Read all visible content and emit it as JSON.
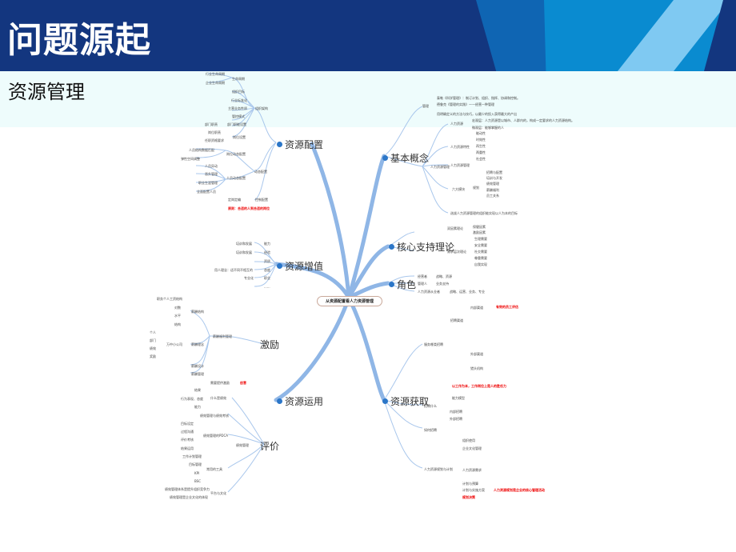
{
  "header": {
    "title": "问题源起",
    "subtitle": "资源管理",
    "colors": {
      "dark": "#13367f",
      "mid": "#0f65b3",
      "bright": "#0a8bd0",
      "light": "#7fc9f2"
    }
  },
  "mindmap": {
    "center": "从资源配置看人力资源管理",
    "branches": {
      "resource_allocation": {
        "label": "资源配置",
        "children": [
          "组织架构",
          "动态配置",
          "控制配置",
          "原则：合适的人到合适的岗位"
        ],
        "details": [
          "生命周期",
          "行业生命周期",
          "企业生命周期",
          "组织目标",
          "行业标准化",
          "主营业务性质",
          "管控模式",
          "部门职能设置",
          "部门职责",
          "岗位设置",
          "岗位职责",
          "任职资格要求",
          "岗位动态配置",
          "人员动态配置",
          "人员异动",
          "晋升管理",
          "职业生涯管理",
          "全面配置人员",
          "人员结构数据匹配",
          "弹性空间调整",
          "定岗定编"
        ]
      },
      "resource_appreciation": {
        "label": "资源增值",
        "children": [
          "能力",
          "经验",
          "资质",
          "态度",
          "职业",
          "......"
        ],
        "details": [
          "培训和发展",
          "培训和发展",
          "用人理念：适不同不相互的",
          "专业化"
        ]
      },
      "resource_use": {
        "label": "资源运用",
        "children": [
          "激励",
          "评价"
        ],
        "incentive": [
          "薪酬福利管理",
          "需要提供激励",
          "薪酬结构",
          "薪酬理念",
          "薪酬设计",
          "薪酬管理",
          "职务个人工资结构",
          "对数",
          "水平",
          "结构",
          "个人",
          "部门",
          "绩效",
          "奖励",
          "万中小公司",
          "创意"
        ],
        "evaluation": [
          "绩效管理",
          "什么是绩效",
          "结果",
          "行为表现、态度",
          "能力",
          "绩效管理与绩效考核",
          "绩效管理的PDCA",
          "目标设定",
          "过程沟通",
          "评价考核",
          "结果运用",
          "常用的工具",
          "工作计划管理",
          "目标管理",
          "KPI",
          "BSC",
          "平台与文化",
          "绩效管理体系是提升组织竞争力",
          "绩效管理是企业文化的体现"
        ]
      },
      "basic_concept": {
        "label": "基本概念",
        "children": [
          "管理",
          "人力资源管理"
        ],
        "details": [
          "泰勒《科学管理》：制订计划、组织、指挥、协调和控制。",
          "德鲁克《管理的实践》——经营一种管理",
          "用明确定义的方法与技巧，以最少的投入获得最大的产出",
          "人力资源",
          "宏观层：人力资源是以城市、人群内的，构成一定要求的人力资源结构。",
          "微观层：能够掌握的人",
          "人力资源特性",
          "能动性",
          "时效性",
          "再生性",
          "两重性",
          "社会性",
          "人力资源管理",
          "六大模块",
          "规划",
          "招聘与配置",
          "培训与开发",
          "绩效管理",
          "薪酬福利",
          "员工关系",
          "选拔人力资源管理的组织能实现以人为本的目标"
        ]
      },
      "core_theory": {
        "label": "核心支持理论",
        "children": [
          "双因素理论",
          "需求层次理论"
        ],
        "details": [
          "保健因素",
          "激励因素",
          "生理需要",
          "安全需要",
          "社交需要",
          "尊重需要",
          "自我实现"
        ]
      },
      "role": {
        "label": "角色",
        "children": [
          "经营者",
          "管理人",
          "人力资源从业者"
        ],
        "details": [
          "战略、资源",
          "业务支持",
          "战略、运营、业务、专业"
        ]
      },
      "resource_acquisition": {
        "label": "资源获取",
        "children": [
          "服务哪类招聘",
          "招聘什么",
          "如何招聘",
          "人力资源规划与计划"
        ],
        "details": [
          "招聘渠道",
          "内部渠道",
          "外部渠道",
          "猎头机构",
          "以工作为本，工作岗位上是人的胜任力",
          "能力模型",
          "内部招聘",
          "外部招聘",
          "组织使用",
          "企业文化管理",
          "人力资源需求",
          "计划与预算",
          "人力资源规划",
          "计划与实施方案",
          "组织规划"
        ],
        "red_notes": [
          "有效的员工评估",
          "以工作为本，工作岗位上是人的胜任力",
          "人力资源规划是企业的核心管理活动",
          "规划决策"
        ]
      }
    }
  }
}
